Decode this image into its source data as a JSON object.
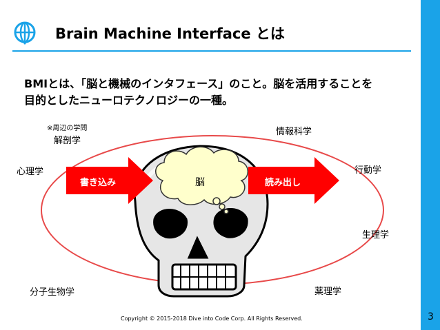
{
  "header": {
    "title": "Brain Machine Interface とは"
  },
  "body": {
    "lead_line1": "BMIとは、「脳と機械のインタフェース」のこと。脳を活用することを",
    "lead_line2": "目的としたニューロテクノロジーの一種。",
    "note": "※周辺の学問"
  },
  "fields": {
    "anatomy": "解剖学",
    "informatics": "情報科学",
    "psychology": "心理学",
    "behavioral": "行動学",
    "physiology": "生理学",
    "molecular_biology": "分子生物学",
    "pharmacology": "薬理学"
  },
  "diagram": {
    "write_label": "書き込み",
    "read_label": "読み出し",
    "brain_label": "脳"
  },
  "colors": {
    "accent_blue": "#1aa3e8",
    "arrow_red": "#ff0000",
    "ellipse_red": "#e84a4a",
    "cloud_fill": "#ffffcc"
  },
  "footer": {
    "copyright": "Copyright © 2015-2018 Dive into Code Corp. All Rights Reserved.",
    "page_number": "3"
  }
}
